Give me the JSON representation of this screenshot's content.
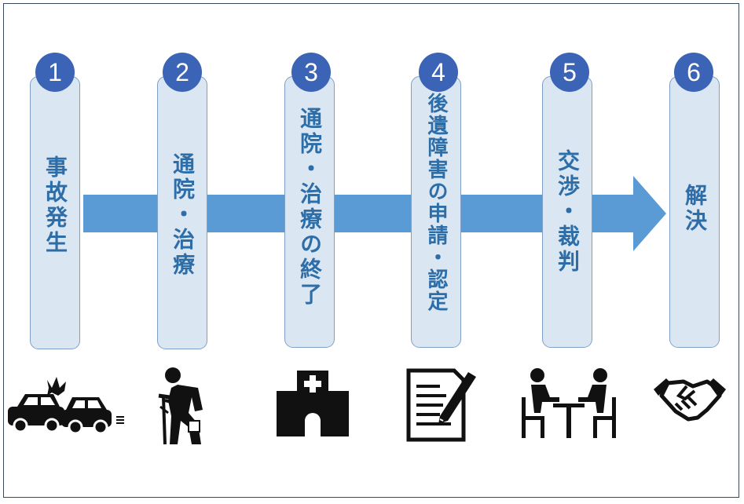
{
  "steps": [
    {
      "number": "1",
      "label": "事故発生",
      "icon": "car-collision-icon"
    },
    {
      "number": "2",
      "label": "通院・治療",
      "icon": "injured-person-crutch-icon"
    },
    {
      "number": "3",
      "label": "通院・治療の終了",
      "icon": "hospital-icon"
    },
    {
      "number": "4",
      "label": "後遺障害の申請・認定",
      "icon": "document-pen-icon"
    },
    {
      "number": "5",
      "label": "交渉・裁判",
      "icon": "meeting-table-icon"
    },
    {
      "number": "6",
      "label": "解決",
      "icon": "handshake-icon"
    }
  ],
  "colors": {
    "arrow": "#5b9bd5",
    "box_fill": "#dbe6f3",
    "box_border": "#7f9fc6",
    "label_text": "#2d6ea8",
    "badge": "#3b63b6",
    "icon": "#111111"
  }
}
